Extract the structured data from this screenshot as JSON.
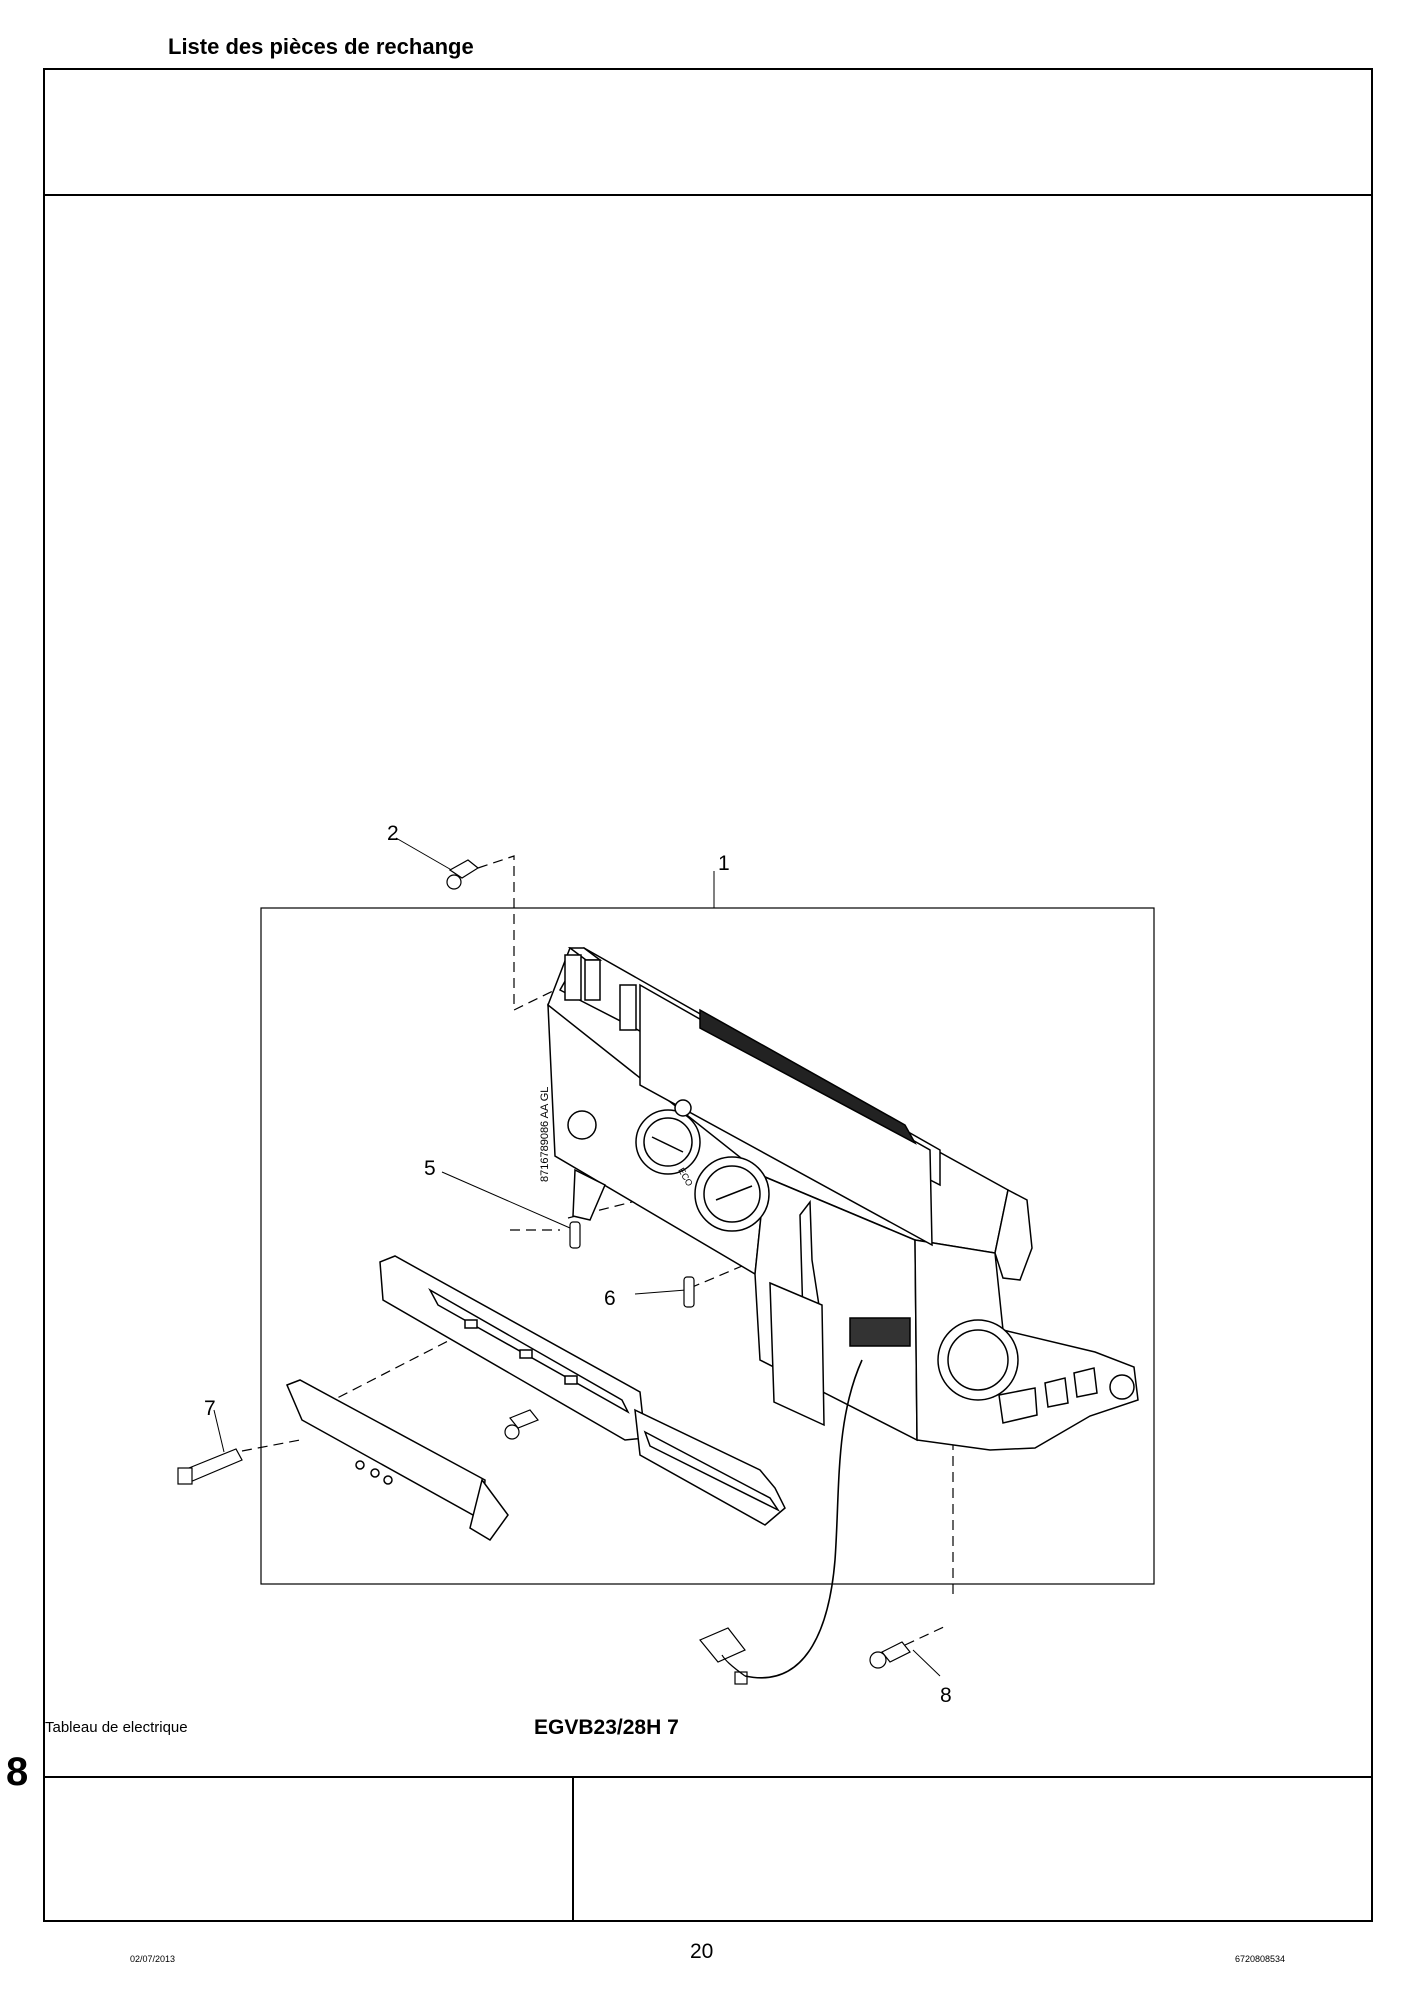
{
  "header": {
    "title": "Liste des pièces de rechange"
  },
  "callouts": [
    "1",
    "2",
    "5",
    "6",
    "7",
    "8"
  ],
  "drawing": {
    "vertical_code": "8716789086 AA GL",
    "knob_label": "ECO"
  },
  "title_block": {
    "section_label": "Tableau de electrique",
    "section_number": "8",
    "model": "EGVB23/28H 7"
  },
  "footer": {
    "date": "02/07/2013",
    "page": "20",
    "doc_number": "6720808534"
  }
}
